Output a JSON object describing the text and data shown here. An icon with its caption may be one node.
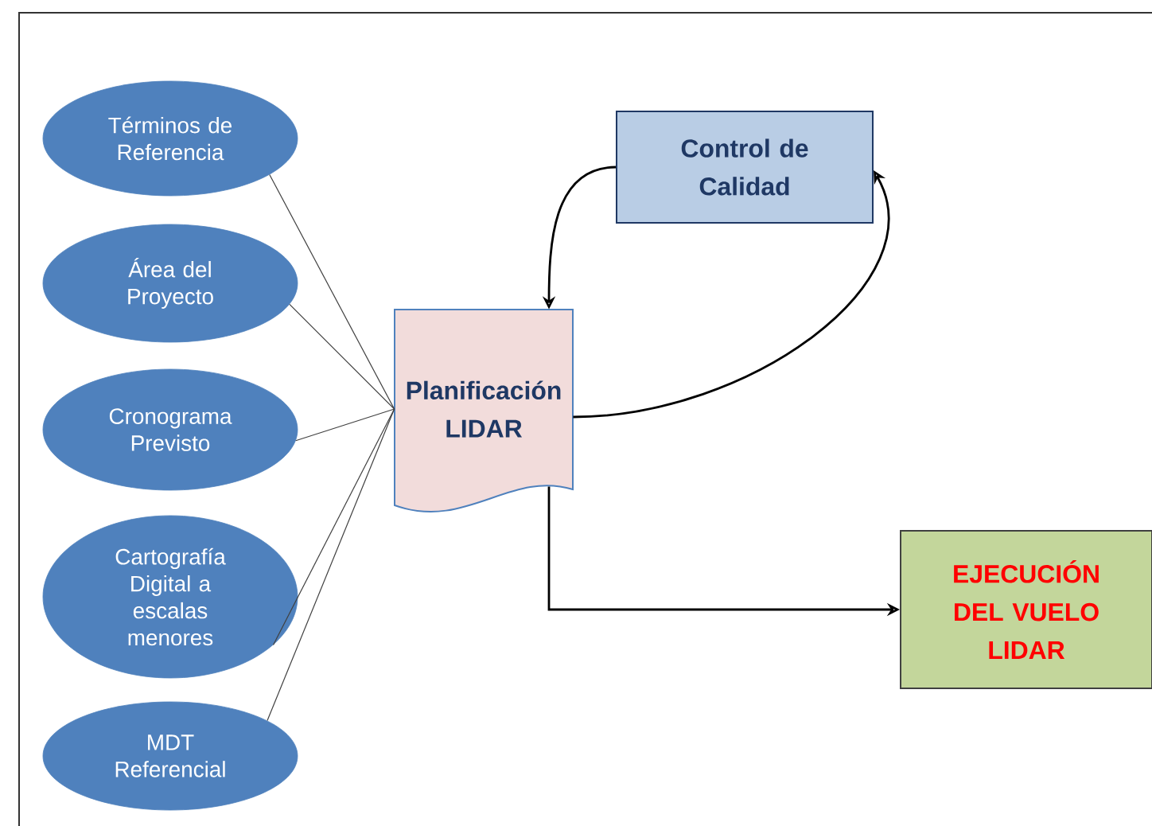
{
  "diagram": {
    "nodes": [
      {
        "text": [
          "Términos de Referencia"
        ]
      },
      {
        "text": [
          "Área del Proyecto"
        ]
      },
      {
        "text": [
          "Cronograma Previsto"
        ]
      },
      {
        "text": [
          "Cartografía Digital a escalas menores"
        ]
      },
      {
        "text": [
          "MDT Referencial"
        ]
      },
      {
        "text": [
          "Planificación LIDAR"
        ]
      },
      {
        "text": [
          "Control de Calidad"
        ]
      },
      {
        "text": [
          "EJECUCIÓN DEL VUELO LIDAR"
        ]
      }
    ],
    "edges": [
      {
        "from": 0,
        "to": 5,
        "arrow": "none"
      },
      {
        "from": 1,
        "to": 5,
        "arrow": "none"
      },
      {
        "from": 2,
        "to": 5,
        "arrow": "none"
      },
      {
        "from": 3,
        "to": 5,
        "arrow": "none"
      },
      {
        "from": 4,
        "to": 5,
        "arrow": "none"
      },
      {
        "from": 6,
        "to": 5,
        "arrow": "to"
      },
      {
        "from": 5,
        "to": 6,
        "arrow": "to"
      },
      {
        "from": 5,
        "to": 7,
        "arrow": "to"
      }
    ]
  }
}
